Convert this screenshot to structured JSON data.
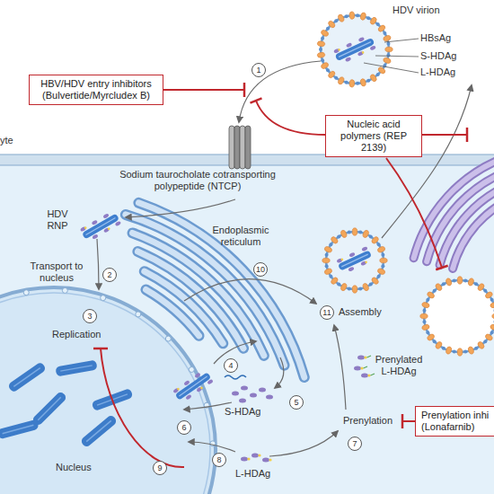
{
  "diagram": {
    "nodes": [
      {
        "text": [
          "HBV/HDV entry inhibitors (Bulvertide/Myrcludex B)"
        ]
      },
      {
        "text": [
          "Nucleic acid polymers (REP 2139)"
        ]
      },
      {
        "text": [
          "Prenylation inhi (Lonafarnib)"
        ]
      }
    ],
    "labels": [
      "HDV virion",
      "HBsAg",
      "S-HDAg",
      "L-HDAg",
      "1",
      "yte",
      "Sodium taurocholate cotransporting polypeptide (NTCP)",
      "HDV RNP",
      "Endoplasmic reticulum",
      "Transport to nucleus",
      "2",
      "10",
      "3",
      "Replication",
      "11",
      "Assembly",
      "4",
      "Prenylated L-HDAg",
      "S-HDAg",
      "5",
      "6",
      "Prenylation",
      "7",
      "8",
      "L-HDAg",
      "9",
      "Nucleus"
    ]
  }
}
